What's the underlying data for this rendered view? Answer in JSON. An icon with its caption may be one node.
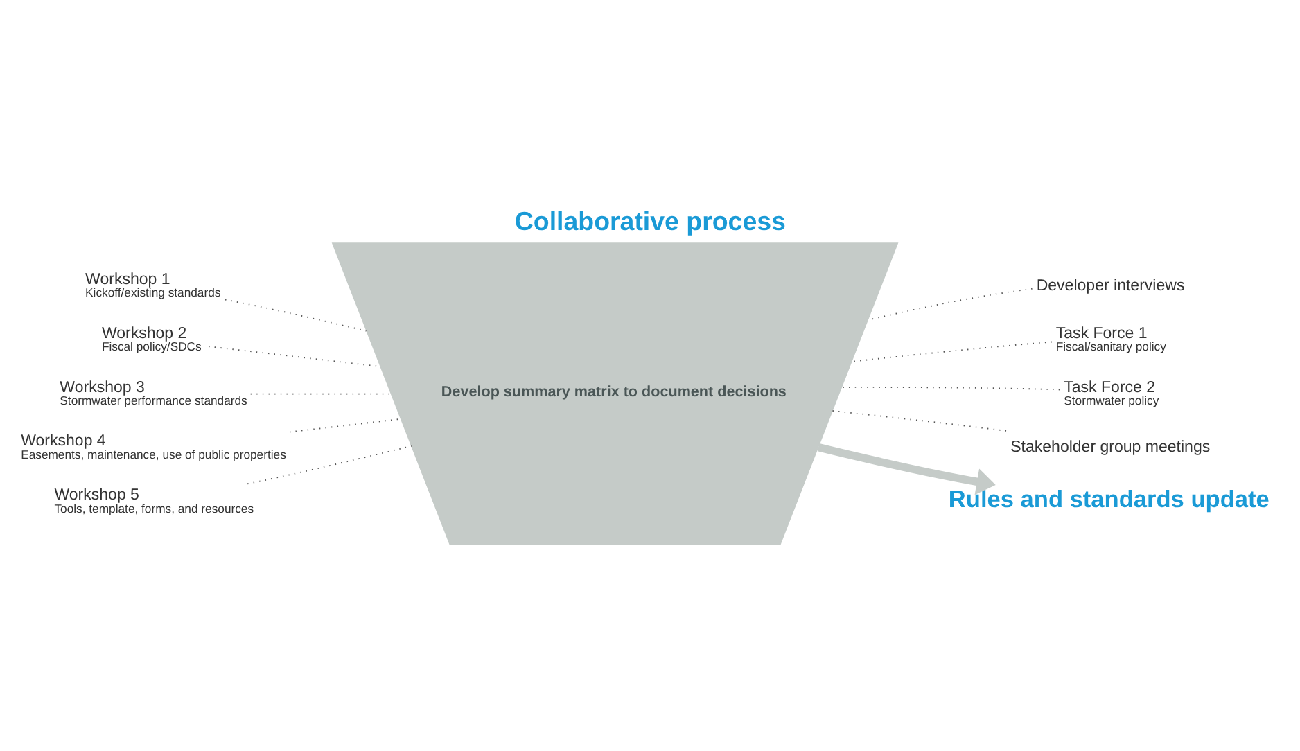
{
  "diagram": {
    "title": "Collaborative process",
    "nodes": [
      {
        "text": [
          "Develop summary matrix to document decisions"
        ]
      },
      {
        "text": [
          "Workshop 1",
          "Kickoff/existing standards"
        ]
      },
      {
        "text": [
          "Workshop 2",
          "Fiscal policy/SDCs"
        ]
      },
      {
        "text": [
          "Workshop 3",
          "Stormwater performance standards"
        ]
      },
      {
        "text": [
          "Workshop 4",
          "Easements, maintenance, use of public properties"
        ]
      },
      {
        "text": [
          "Workshop 5",
          "Tools, template, forms, and resources"
        ]
      },
      {
        "text": [
          "Developer interviews"
        ]
      },
      {
        "text": [
          "Task Force 1",
          "Fiscal/sanitary policy"
        ]
      },
      {
        "text": [
          "Task Force 2",
          "Stormwater policy"
        ]
      },
      {
        "text": [
          "Stakeholder group meetings"
        ]
      },
      {
        "text": [
          "Rules and standards update"
        ]
      }
    ],
    "edges": [
      {
        "from": 1,
        "to": 0,
        "arrow": "none",
        "style": "dashed"
      },
      {
        "from": 2,
        "to": 0,
        "arrow": "none",
        "style": "dashed"
      },
      {
        "from": 3,
        "to": 0,
        "arrow": "none",
        "style": "dashed"
      },
      {
        "from": 4,
        "to": 0,
        "arrow": "none",
        "style": "dashed"
      },
      {
        "from": 5,
        "to": 0,
        "arrow": "none",
        "style": "dashed"
      },
      {
        "from": 6,
        "to": 0,
        "arrow": "none",
        "style": "dashed"
      },
      {
        "from": 7,
        "to": 0,
        "arrow": "none",
        "style": "dashed"
      },
      {
        "from": 8,
        "to": 0,
        "arrow": "none",
        "style": "dashed"
      },
      {
        "from": 9,
        "to": 0,
        "arrow": "none",
        "style": "dashed"
      },
      {
        "from": 0,
        "to": 10,
        "arrow": "to",
        "style": "thick",
        "color": "#c5cbc8"
      }
    ]
  }
}
